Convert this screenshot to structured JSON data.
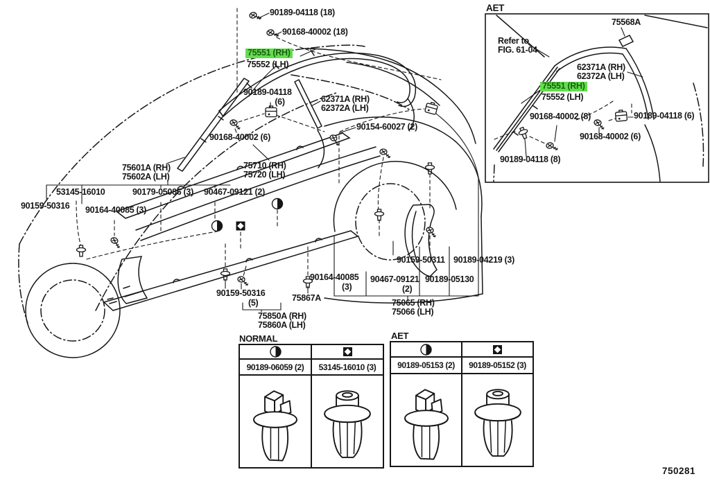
{
  "figure_number": "750281",
  "colors": {
    "ink": "#161616",
    "highlight_bg": "#63dd4e",
    "highlight_text": "#1a5e10"
  },
  "callouts": [
    {
      "text": "90189-04118 (18)"
    },
    {
      "text": "90168-40002 (18)"
    },
    {
      "text": "75551 (RH)",
      "highlighted": true
    },
    {
      "text": "75552 (LH)"
    },
    {
      "text": "90189-04118",
      "text2": "(6)"
    },
    {
      "text": "62371A (RH)"
    },
    {
      "text": "62372A (LH)"
    },
    {
      "text": "90154-60027 (2)"
    },
    {
      "text": "90168-40002 (6)"
    },
    {
      "text": "75710 (RH)"
    },
    {
      "text": "75720 (LH)"
    },
    {
      "text": "75601A (RH)"
    },
    {
      "text": "75602A (LH)"
    },
    {
      "text": "53145-16010"
    },
    {
      "text": "90179-05086 (3)"
    },
    {
      "text": "90467-09121 (2)"
    },
    {
      "text": "90159-50316"
    },
    {
      "text": "90164-40085 (3)"
    },
    {
      "text": "90159-50311"
    },
    {
      "text": "90189-04219 (3)"
    },
    {
      "text": "90164-40085",
      "text2": "(3)"
    },
    {
      "text": "90467-09121",
      "text2": "(2)"
    },
    {
      "text": "90189-05130"
    },
    {
      "text": "90159-50316",
      "text2": "(5)"
    },
    {
      "text": "75867A"
    },
    {
      "text": "75850A (RH)"
    },
    {
      "text": "75860A (LH)"
    },
    {
      "text": "75065 (RH)"
    },
    {
      "text": "75066 (LH)"
    }
  ],
  "inset": {
    "title": "AET",
    "callouts": [
      {
        "text": "75568A"
      },
      {
        "text": "Refer to"
      },
      {
        "text": "FIG. 61-04"
      },
      {
        "text": "62371A (RH)"
      },
      {
        "text": "62372A (LH)"
      },
      {
        "text": "75551 (RH)",
        "highlighted": true
      },
      {
        "text": "75552 (LH)"
      },
      {
        "text": "90168-40002 (8)"
      },
      {
        "text": "90189-04118 (6)"
      },
      {
        "text": "90168-40002 (6)"
      },
      {
        "text": "90189-04118 (8)"
      }
    ]
  },
  "tables": {
    "normal": {
      "title": "NORMAL",
      "columns": [
        {
          "symbol": "half-filled-circle",
          "part": "90189-06059 (2)",
          "clip": "anchor-clip"
        },
        {
          "symbol": "square-diamond",
          "part": "53145-16010 (3)",
          "clip": "grommet-clip"
        }
      ]
    },
    "aet": {
      "title": "AET",
      "columns": [
        {
          "symbol": "half-filled-circle",
          "part": "90189-05153 (2)",
          "clip": "anchor-clip"
        },
        {
          "symbol": "square-diamond",
          "part": "90189-05152 (3)",
          "clip": "grommet-clip"
        }
      ]
    }
  }
}
